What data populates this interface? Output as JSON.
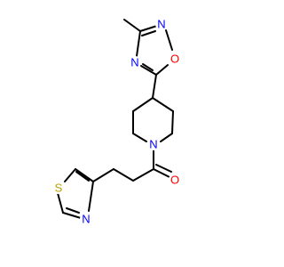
{
  "molecule": {
    "atoms": {
      "ox_o": {
        "label": "O",
        "color": "#ff0000"
      },
      "ox_n2": {
        "label": "N",
        "color": "#0000ff"
      },
      "ox_n4": {
        "label": "N",
        "color": "#0000ff"
      },
      "pip_n": {
        "label": "N",
        "color": "#0000ff"
      },
      "carbonyl_o": {
        "label": "O",
        "color": "#ff0000"
      },
      "thz_s": {
        "label": "S",
        "color": "#b8a000"
      },
      "thz_n": {
        "label": "N",
        "color": "#0000ff"
      }
    }
  }
}
